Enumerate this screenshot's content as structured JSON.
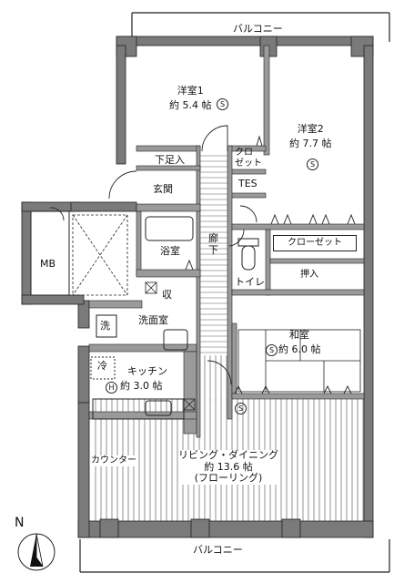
{
  "rooms": {
    "balcony_top": "バルコニー",
    "balcony_bottom": "バルコニー",
    "western1_name": "洋室1",
    "western1_size": "約 5.4 帖",
    "western2_name": "洋室2",
    "western2_size": "約 7.7 帖",
    "closet_small_1": "クロ",
    "closet_small_2": "ゼット",
    "tes": "TES",
    "footrest": "下足入",
    "entrance": "玄関",
    "corridor_1": "廊",
    "corridor_2": "下",
    "closet_big": "クローゼット",
    "bath": "浴室",
    "toilet": "トイレ",
    "oshiire": "押入",
    "storage": "収",
    "washroom": "洗面室",
    "wash": "洗",
    "fridge": "冷",
    "kitchen_name": "キッチン",
    "kitchen_size": "約 3.0 帖",
    "washitsu_name": "和室",
    "washitsu_size": "約 6.0 帖",
    "counter": "カウンター",
    "living_name": "リビング・ダイニング",
    "living_size": "約 13.6 帖",
    "living_floor": "(フローリング)",
    "mb": "MB"
  },
  "markers": {
    "s": "S",
    "h": "H"
  },
  "compass": {
    "north": "N"
  }
}
